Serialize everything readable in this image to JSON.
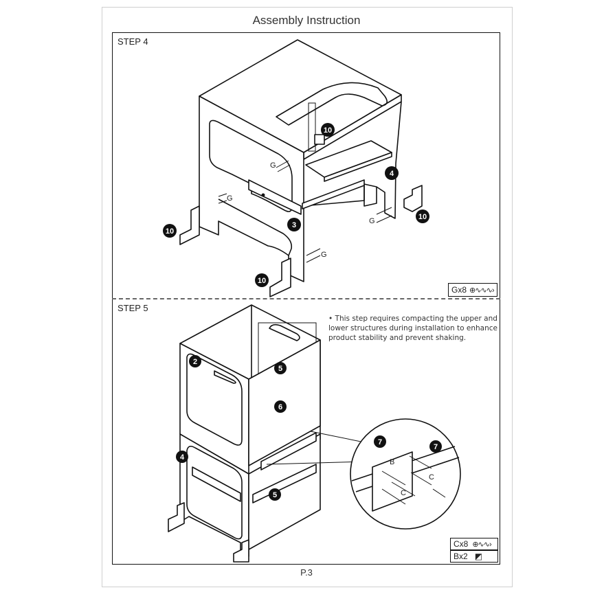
{
  "document": {
    "title": "Assembly Instruction",
    "page": "P.3"
  },
  "step4": {
    "label": "STEP 4",
    "callouts": [
      "10",
      "10",
      "10",
      "10",
      "3",
      "4"
    ],
    "fastener_letter": "G",
    "parts": [
      {
        "code": "Gx8",
        "icon": "screw-icon"
      }
    ]
  },
  "step5": {
    "label": "STEP 5",
    "note": "• This step requires compacting the upper and lower structures during installation to enhance product stability and prevent shaking.",
    "callouts": [
      "2",
      "5",
      "6",
      "4",
      "5",
      "7",
      "7"
    ],
    "detail_letters": [
      "B",
      "C",
      "C"
    ],
    "parts": [
      {
        "code": "Cx8",
        "icon": "screw-icon"
      },
      {
        "code": "Bx2",
        "icon": "bracket-icon"
      }
    ]
  }
}
